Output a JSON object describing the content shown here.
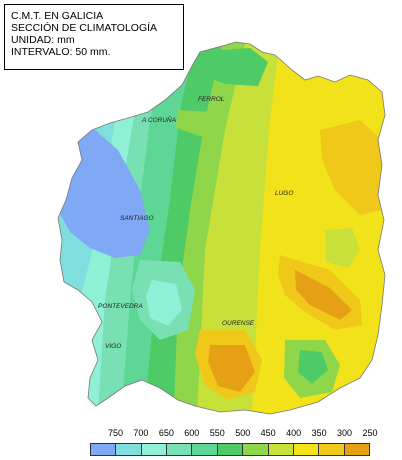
{
  "header": {
    "line1": "C.M.T. EN GALICIA",
    "line2": "SECCIÓN DE CLIMATOLOGÍA",
    "line3": "UNIDAD: mm",
    "line4": "INTERVALO:  50 mm."
  },
  "cities": {
    "ferrol": "FERROL",
    "coruna": "A CORUÑA",
    "santiago": "SANTIAGO",
    "lugo": "LUGO",
    "pontevedra": "PONTEVEDRA",
    "ourense": "OURENSE",
    "vigo": "VIGO"
  },
  "legend": {
    "labels": [
      "750",
      "700",
      "650",
      "600",
      "550",
      "500",
      "450",
      "400",
      "350",
      "300",
      "250"
    ],
    "colors": [
      "#7fa8f5",
      "#80dede",
      "#8ff0d6",
      "#79e0b4",
      "#5ed695",
      "#4ecb66",
      "#8fd64a",
      "#c7e03a",
      "#f2e21a",
      "#f0c81a",
      "#e6a015"
    ]
  }
}
